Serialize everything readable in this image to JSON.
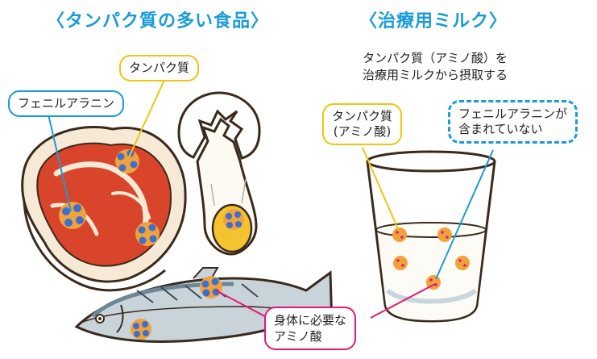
{
  "headings": {
    "left": "〈タンパク質の多い食品〉",
    "right": "〈治療用ミルク〉"
  },
  "caption": {
    "line1": "タンパク質（アミノ酸）を",
    "line2": "治療用ミルクから摂取する"
  },
  "labels": {
    "phenylalanine_left": "フェニルアラニン",
    "protein_left": "タンパク質",
    "protein_right_line1": "タンパク質",
    "protein_right_line2": "(アミノ酸)",
    "phenylalanine_right_line1": "フェニルアラニンが",
    "phenylalanine_right_line2": "含まれていない",
    "amino_line1": "身体に必要な",
    "amino_line2": "アミノ酸"
  },
  "colors": {
    "heading": "#1a9bd7",
    "phenylalanine": "#1a9bd7",
    "protein": "#f1c40f",
    "amino_acid": "#e0197a",
    "meat": "#d9452b",
    "egg_yolk": "#f4c430"
  },
  "icons": [
    "meat-icon",
    "egg-icon",
    "fish-icon",
    "milk-glass-icon"
  ]
}
